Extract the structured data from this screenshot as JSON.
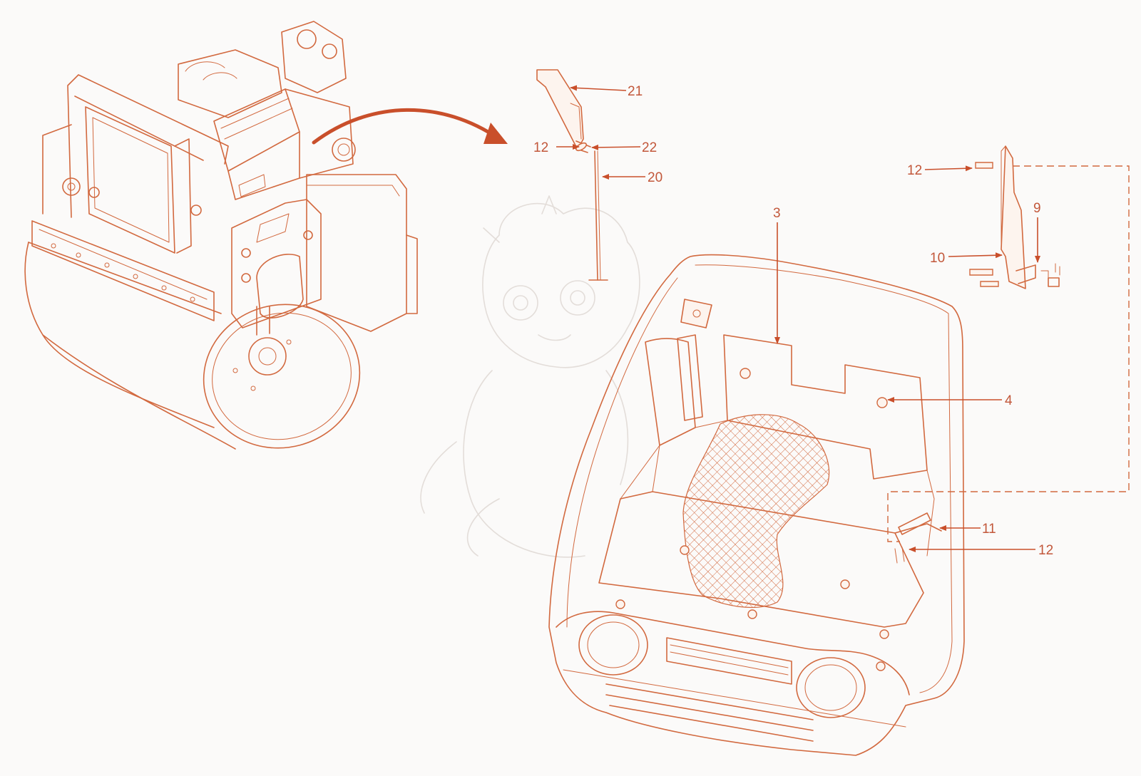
{
  "callouts": {
    "c21": "21",
    "c22": "22",
    "c12a": "12",
    "c20": "20",
    "c12b": "12",
    "c9": "9",
    "c10": "10",
    "c3": "3",
    "c4": "4",
    "c11": "11",
    "c12c": "12"
  },
  "colors": {
    "line": "#d2693f",
    "label": "#c2573a",
    "background": "#fbfaf9"
  }
}
